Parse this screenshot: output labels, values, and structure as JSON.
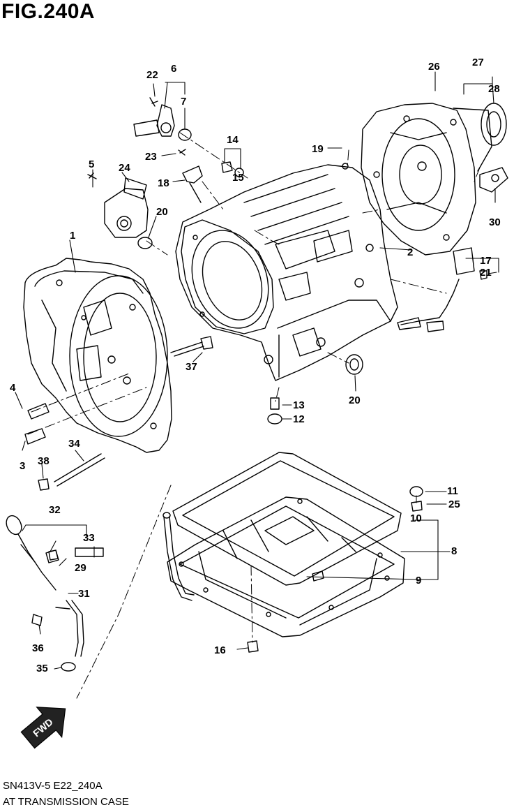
{
  "figure": {
    "title": "FIG.240A",
    "code": "SN413V-5 E22_240A",
    "name": "AT TRANSMISSION CASE"
  },
  "fwd_label": "FWD",
  "callouts": [
    "22",
    "6",
    "7",
    "26",
    "27",
    "28",
    "14",
    "19",
    "23",
    "15",
    "5",
    "24",
    "18",
    "20",
    "30",
    "1",
    "2",
    "17",
    "21",
    "37",
    "4",
    "13",
    "12",
    "20",
    "34",
    "3",
    "38",
    "11",
    "25",
    "32",
    "10",
    "33",
    "8",
    "29",
    "9",
    "31",
    "16",
    "36",
    "35"
  ]
}
